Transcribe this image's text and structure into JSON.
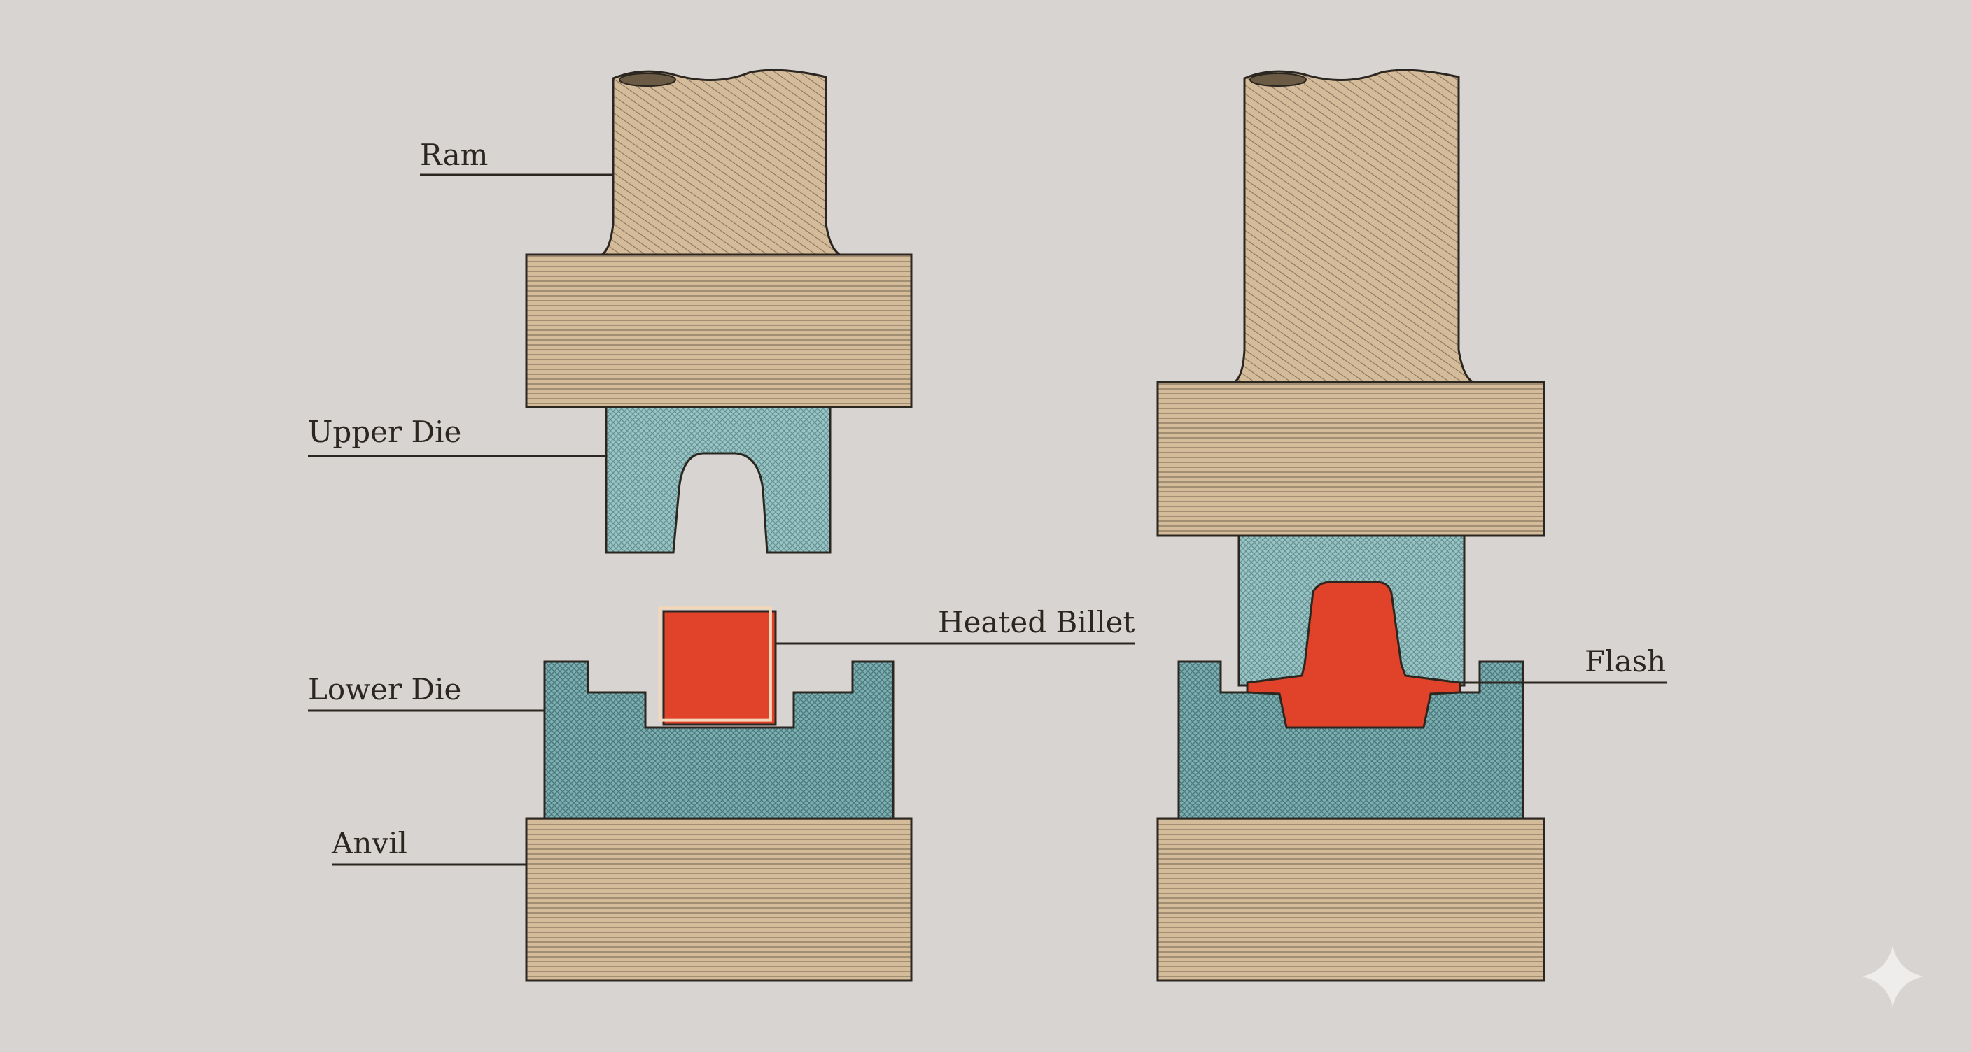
{
  "labels": {
    "ram": "Ram",
    "upper_die": "Upper Die",
    "heated_billet": "Heated Billet",
    "lower_die": "Lower Die",
    "anvil": "Anvil",
    "flash": "Flash"
  },
  "colors": {
    "background": "#d8d4d1",
    "steel_tan": "#d4bb9a",
    "die_blue": "#98c5c6",
    "die_blue_dark": "#74a9ad",
    "billet_red": "#e0432a",
    "ink": "#2b2620"
  },
  "icons": {
    "corner_mark": "sparkle-icon"
  }
}
